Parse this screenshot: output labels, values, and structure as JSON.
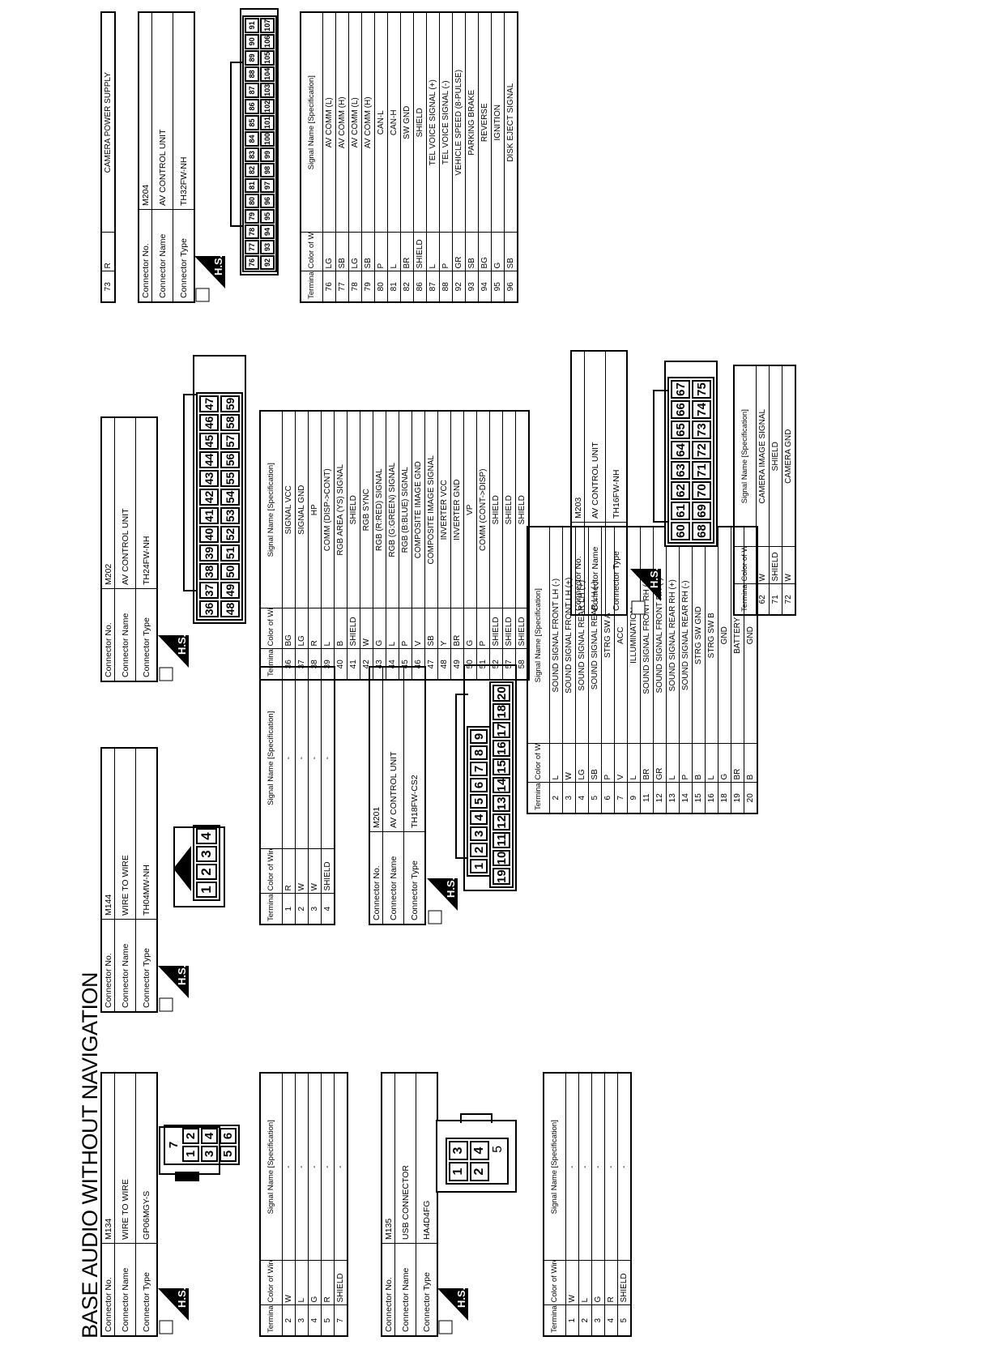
{
  "title": "BASE AUDIO WITHOUT NAVIGATION",
  "labels": {
    "connector_no": "Connector No.",
    "connector_name": "Connector Name",
    "connector_type": "Connector Type",
    "hs": "H.S.",
    "col_terminal": "Terminal No.",
    "col_color": "Color of Wire",
    "col_signal": "Signal Name [Specification]"
  },
  "connectors": [
    {
      "no": "M134",
      "name": "WIRE TO WIRE",
      "type": "GP06MGY-S",
      "pins": [
        [
          "7"
        ],
        [
          "1",
          "2"
        ],
        [
          "3",
          "4"
        ],
        [
          "5",
          "6"
        ]
      ],
      "rows": [
        [
          "2",
          "W",
          "-"
        ],
        [
          "3",
          "L",
          "-"
        ],
        [
          "4",
          "G",
          "-"
        ],
        [
          "5",
          "R",
          "-"
        ],
        [
          "7",
          "SHIELD",
          "-"
        ]
      ]
    },
    {
      "no": "M135",
      "name": "USB CONNECTOR",
      "type": "HA4D4FG",
      "pins": [
        [
          "1",
          "3"
        ],
        [
          "2",
          "4"
        ],
        [
          "5"
        ]
      ],
      "rows": [
        [
          "1",
          "W",
          "-"
        ],
        [
          "2",
          "L",
          "-"
        ],
        [
          "3",
          "G",
          "-"
        ],
        [
          "4",
          "R",
          "-"
        ],
        [
          "5",
          "SHIELD",
          "-"
        ]
      ]
    },
    {
      "no": "M144",
      "name": "WIRE TO WIRE",
      "type": "TH04MW-NH",
      "pins": [
        [
          "1",
          "2",
          "3",
          "4"
        ]
      ],
      "rows": [
        [
          "1",
          "R",
          "-"
        ],
        [
          "2",
          "W",
          "-"
        ],
        [
          "3",
          "W",
          "-"
        ],
        [
          "4",
          "SHIELD",
          "-"
        ]
      ]
    },
    {
      "no": "M201",
      "name": "AV CONTROL UNIT",
      "type": "TH18FW-CS2",
      "pins": [
        [
          "1",
          "2",
          "3",
          "4",
          "5",
          "6",
          "7",
          "8",
          "9"
        ],
        [
          "19",
          "10",
          "11",
          "12",
          "13",
          "14",
          "15",
          "16",
          "17",
          "18",
          "20"
        ]
      ],
      "rows": [
        [
          "2",
          "L",
          "SOUND SIGNAL FRONT LH (-)"
        ],
        [
          "3",
          "W",
          "SOUND SIGNAL FRONT LH (+)"
        ],
        [
          "4",
          "LG",
          "SOUND SIGNAL REAR LH (+)"
        ],
        [
          "5",
          "SB",
          "SOUND SIGNAL REAR LH (-)"
        ],
        [
          "6",
          "P",
          "STRG SW A"
        ],
        [
          "7",
          "V",
          "ACC"
        ],
        [
          "9",
          "L",
          "ILLUMINATION"
        ],
        [
          "11",
          "BR",
          "SOUND SIGNAL FRONT RH (+)"
        ],
        [
          "12",
          "GR",
          "SOUND SIGNAL FRONT RH (-)"
        ],
        [
          "13",
          "L",
          "SOUND SIGNAL REAR RH (+)"
        ],
        [
          "14",
          "P",
          "SOUND SIGNAL REAR RH (-)"
        ],
        [
          "15",
          "B",
          "STRG SW GND"
        ],
        [
          "16",
          "L",
          "STRG SW B"
        ],
        [
          "18",
          "G",
          "GND"
        ],
        [
          "19",
          "BR",
          "BATTERY"
        ],
        [
          "20",
          "B",
          "GND"
        ]
      ]
    },
    {
      "no": "M202",
      "name": "AV CONTROL UNIT",
      "type": "TH24FW-NH",
      "pins": [
        [
          "36",
          "37",
          "38",
          "39",
          "40",
          "41",
          "42",
          "43",
          "44",
          "45",
          "46",
          "47"
        ],
        [
          "48",
          "49",
          "50",
          "51",
          "52",
          "53",
          "54",
          "55",
          "56",
          "57",
          "58",
          "59"
        ]
      ],
      "rows": [
        [
          "36",
          "BG",
          "SIGNAL VCC"
        ],
        [
          "37",
          "LG",
          "SIGNAL GND"
        ],
        [
          "38",
          "R",
          "HP"
        ],
        [
          "39",
          "L",
          "COMM (DISP->CONT)"
        ],
        [
          "40",
          "B",
          "RGB AREA (YS) SIGNAL"
        ],
        [
          "41",
          "SHIELD",
          "SHIELD"
        ],
        [
          "42",
          "W",
          "RGB SYNC"
        ],
        [
          "43",
          "G",
          "RGB (R:RED) SIGNAL"
        ],
        [
          "44",
          "L",
          "RGB (G:GREEN) SIGNAL"
        ],
        [
          "45",
          "P",
          "RGB (B:BLUE) SIGNAL"
        ],
        [
          "46",
          "V",
          "COMPOSITE IMAGE GND"
        ],
        [
          "47",
          "SB",
          "COMPOSITE IMAGE SIGNAL"
        ],
        [
          "48",
          "Y",
          "INVERTER VCC"
        ],
        [
          "49",
          "BR",
          "INVERTER GND"
        ],
        [
          "50",
          "G",
          "VP"
        ],
        [
          "51",
          "P",
          "COMM (CONT->DISP)"
        ],
        [
          "52",
          "SHIELD",
          "SHIELD"
        ],
        [
          "57",
          "SHIELD",
          "SHIELD"
        ],
        [
          "58",
          "SHIELD",
          "SHIELD"
        ]
      ]
    },
    {
      "no": "M203",
      "name": "AV CONTROL UNIT",
      "type": "TH16FW-NH",
      "pins": [
        [
          "60",
          "61",
          "62",
          "63",
          "64",
          "65",
          "66",
          "67"
        ],
        [
          "68",
          "69",
          "70",
          "71",
          "72",
          "73",
          "74",
          "75"
        ]
      ],
      "rows": [
        [
          "62",
          "W",
          "CAMERA IMAGE SIGNAL"
        ],
        [
          "71",
          "SHIELD",
          "SHIELD"
        ],
        [
          "72",
          "W",
          "CAMERA GND"
        ]
      ]
    },
    {
      "top_row": [
        "73",
        "R",
        "CAMERA POWER SUPPLY"
      ],
      "no": "M204",
      "name": "AV CONTROL UNIT",
      "type": "TH32FW-NH",
      "pins": [
        [
          "76",
          "77",
          "78",
          "79",
          "80",
          "81",
          "82",
          "83",
          "84",
          "85",
          "86",
          "87",
          "88",
          "89",
          "90",
          "91"
        ],
        [
          "92",
          "93",
          "94",
          "95",
          "96",
          "97",
          "98",
          "99",
          "100",
          "101",
          "102",
          "103",
          "104",
          "105",
          "106",
          "107"
        ]
      ],
      "rows": [
        [
          "76",
          "LG",
          "AV COMM (L)"
        ],
        [
          "77",
          "SB",
          "AV COMM (H)"
        ],
        [
          "78",
          "LG",
          "AV COMM (L)"
        ],
        [
          "79",
          "SB",
          "AV COMM (H)"
        ],
        [
          "80",
          "P",
          "CAN-L"
        ],
        [
          "81",
          "L",
          "CAN-H"
        ],
        [
          "82",
          "BR",
          "SW GND"
        ],
        [
          "86",
          "SHIELD",
          "SHIELD"
        ],
        [
          "87",
          "L",
          "TEL VOICE SIGNAL (+)"
        ],
        [
          "88",
          "P",
          "TEL VOICE SIGNAL (-)"
        ],
        [
          "92",
          "GR",
          "VEHICLE SPEED (8-PULSE)"
        ],
        [
          "93",
          "SB",
          "PARKING BRAKE"
        ],
        [
          "94",
          "BG",
          "REVERSE"
        ],
        [
          "95",
          "G",
          "IGNITION"
        ],
        [
          "96",
          "SB",
          "DISK EJECT SIGNAL"
        ]
      ]
    }
  ]
}
